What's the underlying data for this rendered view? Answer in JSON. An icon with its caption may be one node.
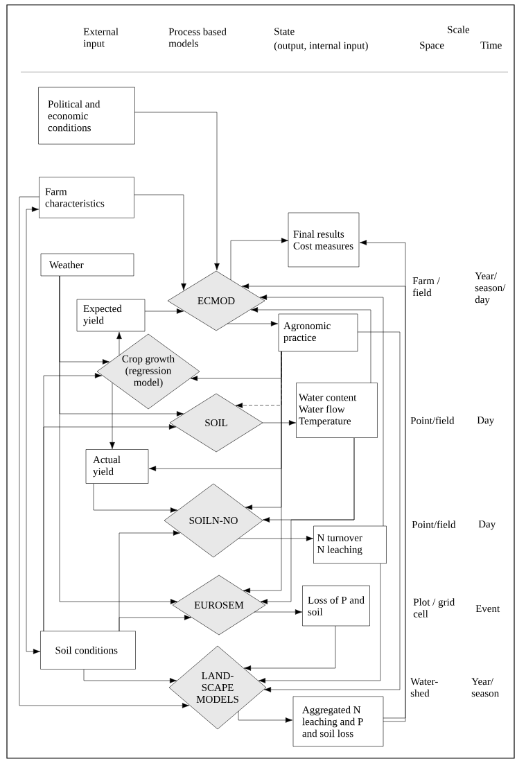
{
  "diagram": {
    "nodes": [
      {
        "text": [
          "Political and economic conditions"
        ]
      },
      {
        "text": [
          "Farm characteristics"
        ]
      },
      {
        "text": [
          "Final results",
          "Cost measures"
        ]
      },
      {
        "text": [
          "Weather"
        ]
      },
      {
        "text": [
          "ECMOD"
        ]
      },
      {
        "text": [
          "Expected yield"
        ]
      },
      {
        "text": [
          "Agronomic practice"
        ]
      },
      {
        "text": [
          "Crop growth (regression model)"
        ]
      },
      {
        "text": [
          "SOIL"
        ]
      },
      {
        "text": [
          "Water content",
          "Water flow",
          "Temperature"
        ]
      },
      {
        "text": [
          "Actual yield"
        ]
      },
      {
        "text": [
          "SOILN-NO"
        ]
      },
      {
        "text": [
          "N turnover",
          "N leaching"
        ]
      },
      {
        "text": [
          "EUROSEM"
        ]
      },
      {
        "text": [
          "Loss of P and soil"
        ]
      },
      {
        "text": [
          "Soil conditions"
        ]
      },
      {
        "text": [
          "LAND-SCAPE MODELS"
        ]
      },
      {
        "text": [
          "Aggregated N leaching and P and soil loss"
        ]
      }
    ],
    "edges": [
      {
        "from": 0,
        "to": 4,
        "arrow": "to"
      },
      {
        "from": 1,
        "to": 4,
        "arrow": "to"
      },
      {
        "from": 4,
        "to": 2,
        "arrow": "to"
      },
      {
        "from": 17,
        "to": 2,
        "arrow": "to"
      },
      {
        "from": 17,
        "to": 4,
        "arrow": "to"
      },
      {
        "from": 5,
        "to": 4,
        "arrow": "to"
      },
      {
        "from": 9,
        "to": 4,
        "arrow": "to"
      },
      {
        "from": 12,
        "to": 4,
        "arrow": "to"
      },
      {
        "from": 4,
        "to": 6,
        "arrow": "to"
      },
      {
        "from": 7,
        "to": 5,
        "arrow": "to"
      },
      {
        "from": 7,
        "to": 10,
        "arrow": "to"
      },
      {
        "from": 3,
        "to": 7,
        "arrow": "to"
      },
      {
        "from": 3,
        "to": 8,
        "arrow": "to"
      },
      {
        "from": 3,
        "to": 13,
        "arrow": "to"
      },
      {
        "from": 15,
        "to": 7,
        "arrow": "to"
      },
      {
        "from": 15,
        "to": 8,
        "arrow": "to"
      },
      {
        "from": 15,
        "to": 11,
        "arrow": "to"
      },
      {
        "from": 15,
        "to": 13,
        "arrow": "to"
      },
      {
        "from": 15,
        "to": 16,
        "arrow": "to"
      },
      {
        "from": 1,
        "to": 15,
        "arrow": "both"
      },
      {
        "from": 1,
        "to": 16,
        "arrow": "to"
      },
      {
        "from": 6,
        "to": 7,
        "arrow": "to"
      },
      {
        "from": 6,
        "to": 8,
        "arrow": "to",
        "style": "dashed"
      },
      {
        "from": 6,
        "to": 10,
        "arrow": "to"
      },
      {
        "from": 6,
        "to": 11,
        "arrow": "to"
      },
      {
        "from": 6,
        "to": 13,
        "arrow": "to"
      },
      {
        "from": 8,
        "to": 9,
        "arrow": "to"
      },
      {
        "from": 9,
        "to": 11,
        "arrow": "to"
      },
      {
        "from": 9,
        "to": 13,
        "arrow": "to"
      },
      {
        "from": 10,
        "to": 11,
        "arrow": "to"
      },
      {
        "from": 11,
        "to": 12,
        "arrow": "to"
      },
      {
        "from": 13,
        "to": 14,
        "arrow": "to"
      },
      {
        "from": 14,
        "to": 16,
        "arrow": "to"
      },
      {
        "from": 12,
        "to": 16,
        "arrow": "to"
      },
      {
        "from": 6,
        "to": 16,
        "arrow": "to"
      },
      {
        "from": 16,
        "to": 17,
        "arrow": "to"
      }
    ],
    "labels": [
      "External input",
      "Process based models",
      "State",
      "(output, internal input)",
      "Scale",
      "Space",
      "Time",
      "Farm / field",
      "Year/ season/ day",
      "Point/field",
      "Day",
      "Point/field",
      "Day",
      "Plot / grid cell",
      "Event",
      "Water-shed",
      "Year/ season"
    ]
  }
}
